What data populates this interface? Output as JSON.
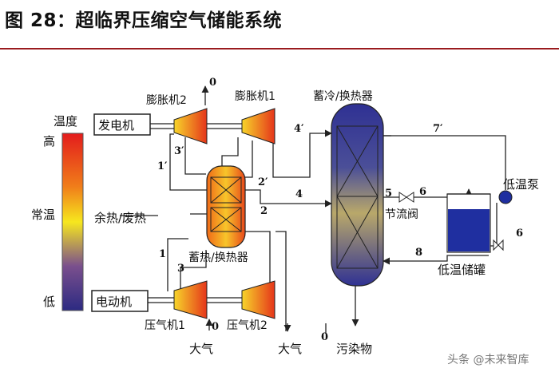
{
  "figure_title": "图 28：超临界压缩空气储能系统",
  "legend": {
    "title": "温度",
    "high": "高",
    "normal": "常温",
    "low": "低",
    "gradient": [
      "#e31c1c",
      "#f07d1a",
      "#f6e71e",
      "#7a4f8d",
      "#2c2a82"
    ]
  },
  "components": {
    "generator": "发电机",
    "motor": "电动机",
    "expander_2": "膨胀机2",
    "expander_1": "膨胀机1",
    "compressor_1": "压气机1",
    "compressor_2": "压气机2",
    "heat_storage": "蓄热/换热器",
    "cold_storage": "蓄冷/换热器",
    "throttle": "节流阀",
    "low_temp_pump": "低温泵",
    "low_temp_tank": "低温储罐",
    "waste_heat": "余热/废热",
    "atmosphere_1": "大气",
    "atmosphere_2": "大气",
    "pollutants": "污染物"
  },
  "stream_labels": {
    "s0_top": "0",
    "s1p": "1′",
    "s3p": "3′",
    "s2p": "2′",
    "s4p": "4′",
    "s7p": "7′",
    "s4": "4",
    "s2": "2",
    "s5": "5",
    "s6a": "6",
    "s6b": "6",
    "s1": "1",
    "s3": "3",
    "s8": "8",
    "s0_bottom": "0",
    "s0_mid": "0"
  },
  "watermark": "头条 @未来智库"
}
